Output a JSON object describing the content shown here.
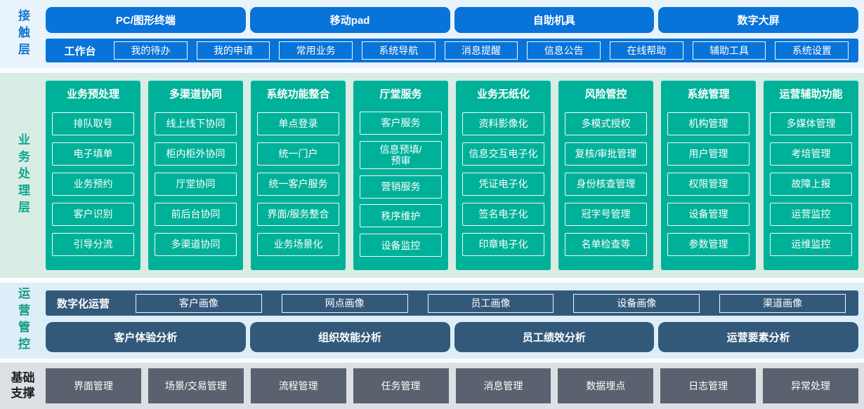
{
  "colors": {
    "blue": "#0873d9",
    "teal": "#00b199",
    "slate_blue": "#33597a",
    "dark_gray": "#59626e",
    "contact_band_bg": "#e8f3fb",
    "business_band_bg": "#d9ede5",
    "ops_band_bg": "#ddeef8",
    "foundation_band_bg": "#dcdfe3",
    "contact_label_color": "#1877cd",
    "business_label_color": "#0fa78c",
    "ops_label_color": "#18998a",
    "foundation_label_color": "#1c1e21"
  },
  "contact": {
    "label": "接触层",
    "channels": [
      "PC/图形终端",
      "移动pad",
      "自助机具",
      "数字大屏"
    ],
    "workbench": {
      "label": "工作台",
      "items": [
        "我的待办",
        "我的申请",
        "常用业务",
        "系统导航",
        "消息提醒",
        "信息公告",
        "在线帮助",
        "辅助工具",
        "系统设置"
      ]
    }
  },
  "business": {
    "label": "业务处理层",
    "columns": [
      {
        "title": "业务预处理",
        "items": [
          "排队取号",
          "电子填单",
          "业务预约",
          "客户识别",
          "引导分流"
        ]
      },
      {
        "title": "多渠道协同",
        "items": [
          "线上线下协同",
          "柜内柜外协同",
          "厅堂协同",
          "前后台协同",
          "多渠道协同"
        ]
      },
      {
        "title": "系统功能整合",
        "items": [
          "单点登录",
          "统一门户",
          "统一客户服务",
          "界面/服务整合",
          "业务场景化"
        ]
      },
      {
        "title": "厅堂服务",
        "items": [
          "客户服务",
          "信息预填/\n预审",
          "营销服务",
          "秩序维护",
          "设备监控"
        ]
      },
      {
        "title": "业务无纸化",
        "items": [
          "资料影像化",
          "信息交互电子化",
          "凭证电子化",
          "签名电子化",
          "印章电子化"
        ]
      },
      {
        "title": "风险管控",
        "items": [
          "多模式授权",
          "复核/审批管理",
          "身份核查管理",
          "冠字号管理",
          "名单检查等"
        ]
      },
      {
        "title": "系统管理",
        "items": [
          "机构管理",
          "用户管理",
          "权限管理",
          "设备管理",
          "参数管理"
        ]
      },
      {
        "title": "运营辅助功能",
        "items": [
          "多媒体管理",
          "考培管理",
          "故障上报",
          "运营监控",
          "运维监控"
        ]
      }
    ]
  },
  "operations": {
    "label": "运营管控",
    "digital": {
      "label": "数字化运营",
      "items": [
        "客户画像",
        "网点画像",
        "员工画像",
        "设备画像",
        "渠道画像"
      ]
    },
    "analysis": [
      "客户体验分析",
      "组织效能分析",
      "员工绩效分析",
      "运营要素分析"
    ]
  },
  "foundation": {
    "label": "基础支撑",
    "items": [
      "界面管理",
      "场景/交易管理",
      "流程管理",
      "任务管理",
      "消息管理",
      "数据埋点",
      "日志管理",
      "异常处理"
    ]
  }
}
